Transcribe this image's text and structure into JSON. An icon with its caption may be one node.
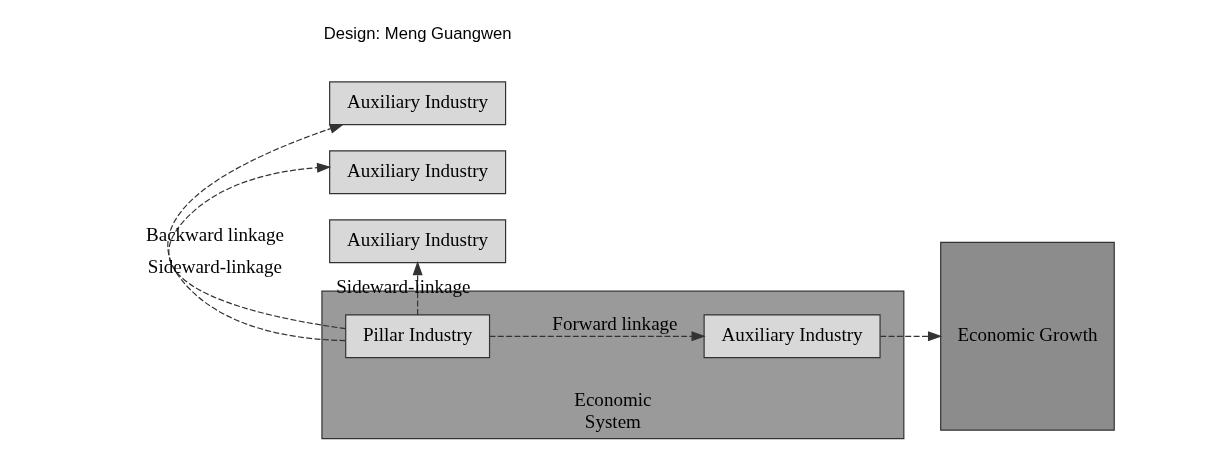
{
  "diagram": {
    "nodes": [
      {
        "text": [
          "Economic",
          "System"
        ]
      },
      {
        "text": [
          "Auxiliary Industry"
        ]
      },
      {
        "text": [
          "Auxiliary Industry"
        ]
      },
      {
        "text": [
          "Pillar Industry"
        ],
        "in": 0
      },
      {
        "text": [
          "Auxiliary Industry"
        ],
        "in": 0
      },
      {
        "text": [
          "Auxiliary Industry"
        ]
      },
      {
        "text": [
          "Economic Growth"
        ]
      }
    ],
    "edges": [
      {
        "from": 3,
        "to": 1,
        "arrow": "to",
        "label": "Sideward-linkage",
        "style": "dashed"
      },
      {
        "from": 3,
        "to": 2,
        "arrow": "to",
        "label": "Backward linkage",
        "style": "dashed"
      },
      {
        "from": 3,
        "to": 4,
        "arrow": "to",
        "label": "Forward linkage",
        "style": "dashed"
      },
      {
        "from": 3,
        "to": 5,
        "arrow": "to",
        "label": "Sideward-linkage",
        "style": "dashed"
      },
      {
        "from": 4,
        "to": 6,
        "arrow": "to",
        "style": "dashed"
      }
    ],
    "labels": [
      "Design: Meng Guangwen"
    ]
  }
}
